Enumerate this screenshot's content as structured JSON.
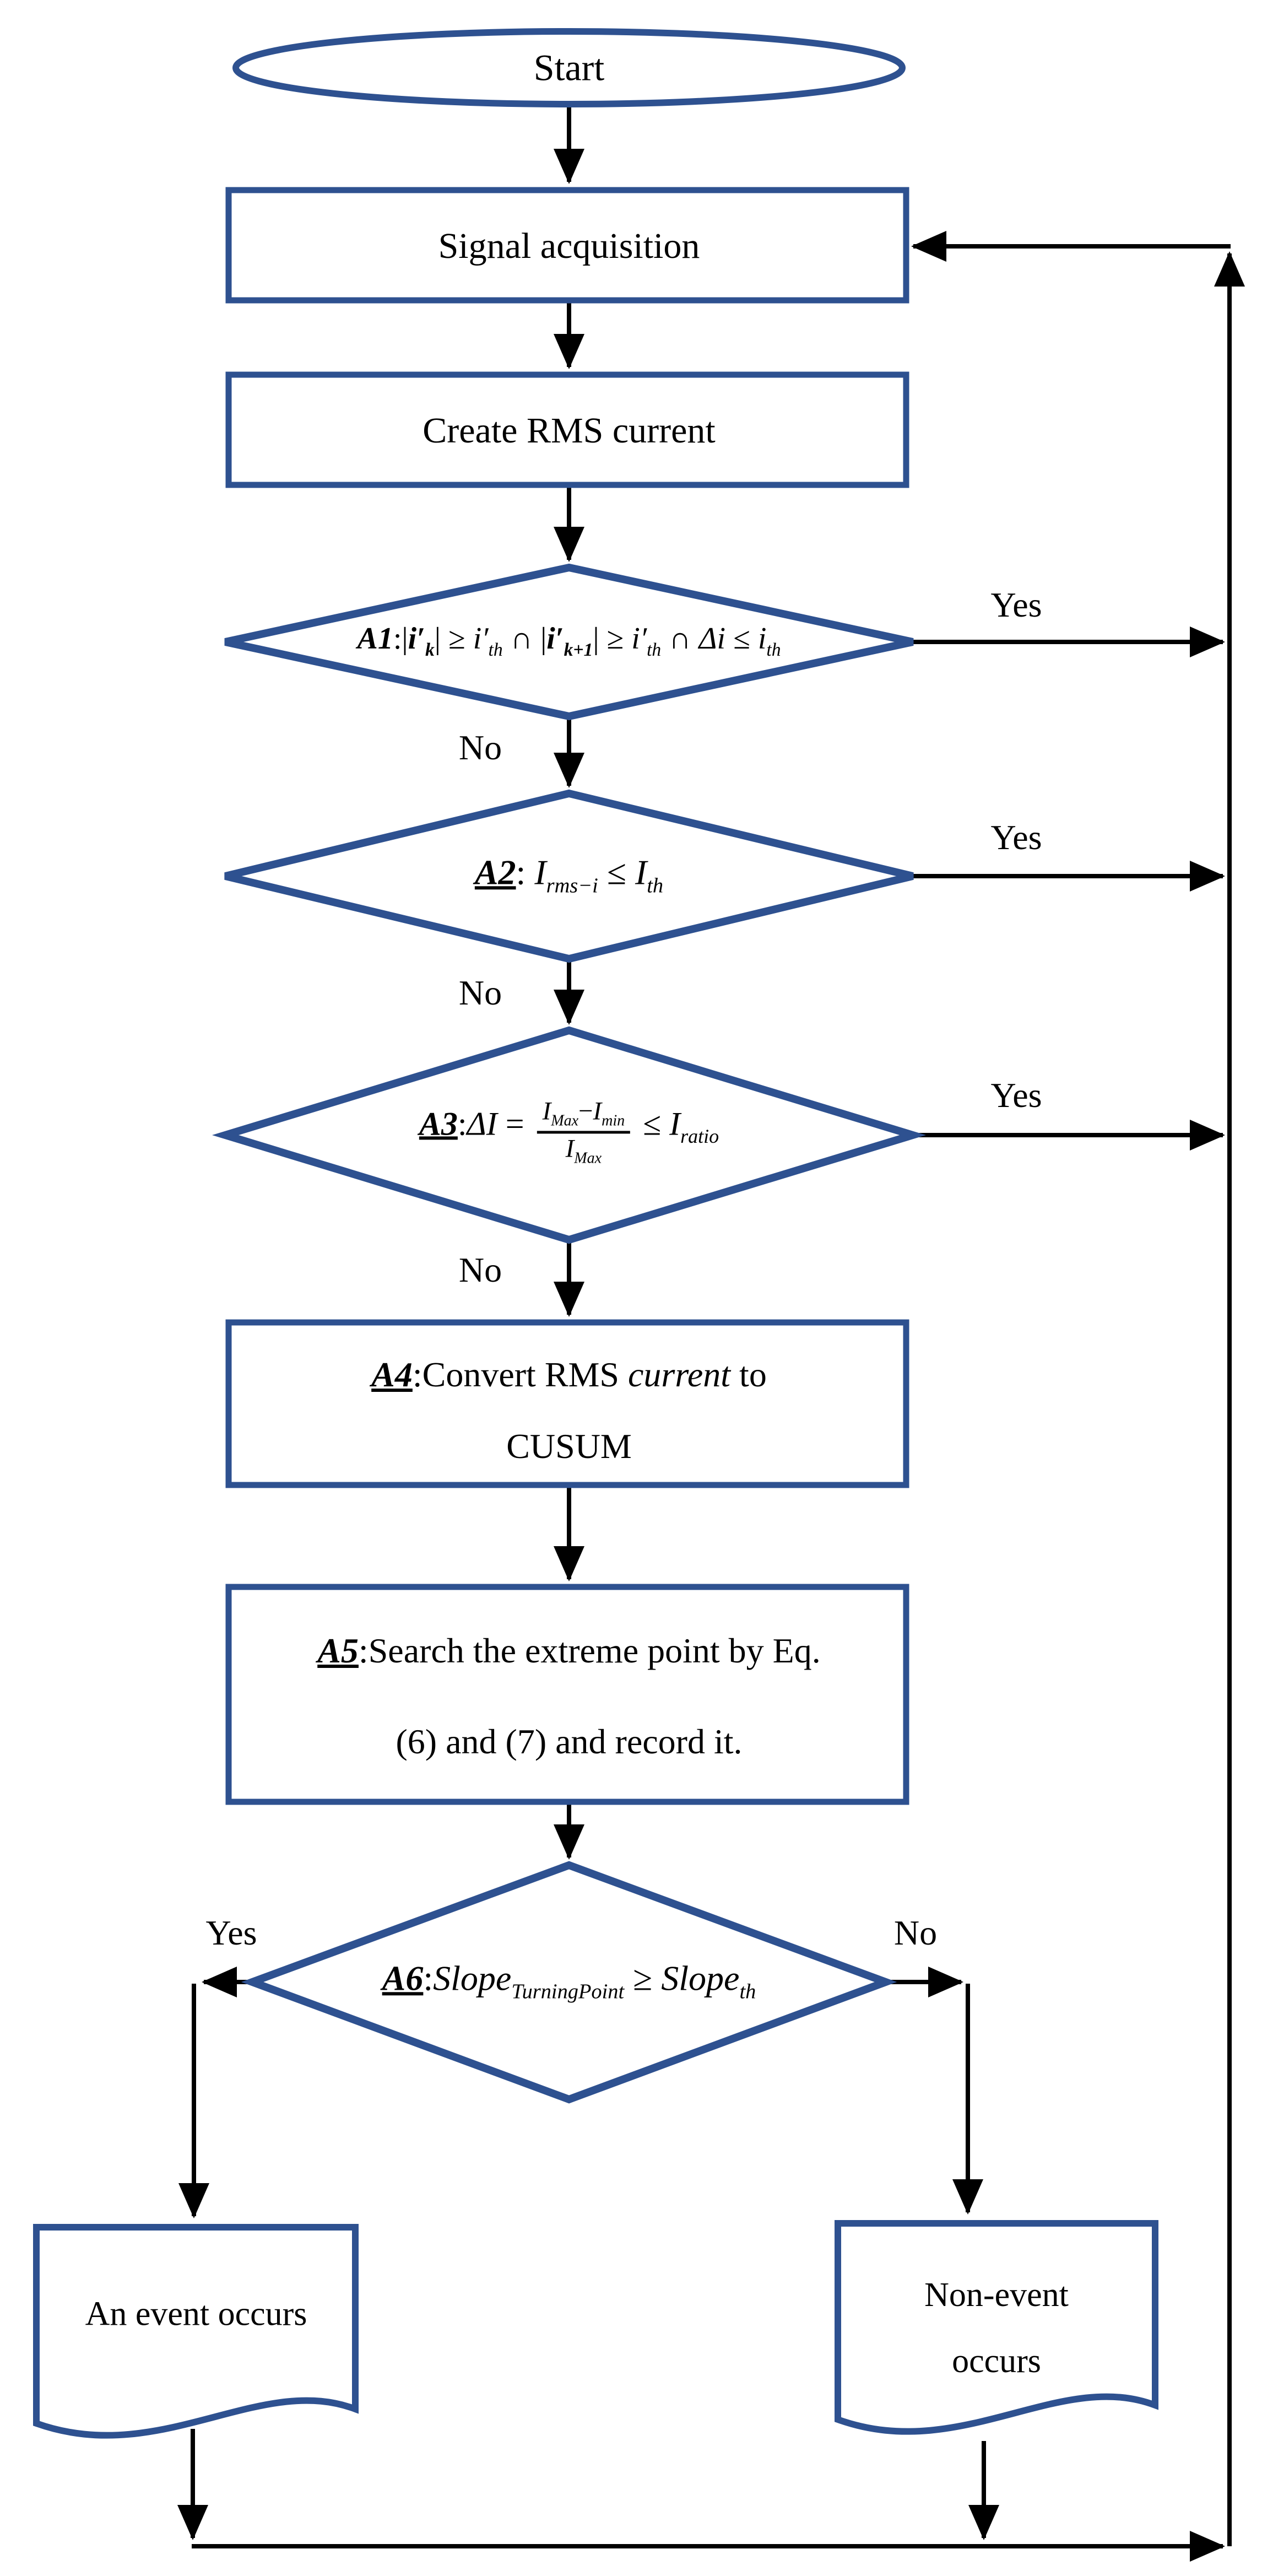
{
  "colors": {
    "shape_stroke": "#2e5190",
    "line": "#000000",
    "text": "#000000",
    "fill": "#ffffff"
  },
  "labels": {
    "yes": "Yes",
    "no": "No"
  },
  "nodes": {
    "start": {
      "label": "Start"
    },
    "signal": {
      "label": "Signal acquisition"
    },
    "rms": {
      "label": "Create RMS current"
    },
    "a1": {
      "formula": [
        {
          "t": "A1",
          "s": "lblb"
        },
        {
          "t": ":|",
          "s": "r"
        },
        {
          "t": "i′",
          "s": "bi"
        },
        {
          "t": "k",
          "s": "bsub"
        },
        {
          "t": "| ≥ ",
          "s": "r"
        },
        {
          "t": "i′",
          "s": "i"
        },
        {
          "t": "th",
          "s": "sub"
        },
        {
          "t": " ∩ |",
          "s": "r"
        },
        {
          "t": "i′",
          "s": "bi"
        },
        {
          "t": "k+1",
          "s": "bsub"
        },
        {
          "t": "| ≥ ",
          "s": "r"
        },
        {
          "t": "i′",
          "s": "i"
        },
        {
          "t": "th",
          "s": "sub"
        },
        {
          "t": " ∩ ",
          "s": "r"
        },
        {
          "t": "Δi",
          "s": "i"
        },
        {
          "t": " ≤ ",
          "s": "r"
        },
        {
          "t": "i",
          "s": "i"
        },
        {
          "t": "th",
          "s": "sub"
        }
      ]
    },
    "a2": {
      "formula": [
        {
          "t": "A2",
          "s": "lbl"
        },
        {
          "t": ": ",
          "s": "r"
        },
        {
          "t": "I",
          "s": "i"
        },
        {
          "t": "rms−i",
          "s": "sub"
        },
        {
          "t": " ≤ ",
          "s": "r"
        },
        {
          "t": "I",
          "s": "i"
        },
        {
          "t": "th",
          "s": "sub"
        }
      ]
    },
    "a3": {
      "formula": [
        {
          "t": "A3",
          "s": "lbl"
        },
        {
          "t": ":",
          "s": "r"
        },
        {
          "t": "ΔI",
          "s": "i"
        },
        {
          "t": " = ",
          "s": "r"
        },
        {
          "s": "frac",
          "num": [
            {
              "t": "I",
              "s": "i"
            },
            {
              "t": "Max",
              "s": "sub"
            },
            {
              "t": "−",
              "s": "r"
            },
            {
              "t": "I",
              "s": "i"
            },
            {
              "t": "min",
              "s": "sub"
            }
          ],
          "den": [
            {
              "t": "I",
              "s": "i"
            },
            {
              "t": "Max",
              "s": "sub"
            }
          ]
        },
        {
          "t": " ≤ ",
          "s": "r"
        },
        {
          "t": "I",
          "s": "i"
        },
        {
          "t": "ratio",
          "s": "sub"
        }
      ]
    },
    "a4": {
      "line1": [
        {
          "t": "A4",
          "s": "lbl"
        },
        {
          "t": ":Convert RMS ",
          "s": "r"
        },
        {
          "t": "current",
          "s": "i"
        },
        {
          "t": " to",
          "s": "r"
        }
      ],
      "line2": "CUSUM"
    },
    "a5": {
      "line1": [
        {
          "t": "A5",
          "s": "lbl"
        },
        {
          "t": ":Search the extreme point by Eq.",
          "s": "r"
        }
      ],
      "line2": "(6) and (7) and record it."
    },
    "a6": {
      "formula": [
        {
          "t": "A6",
          "s": "lbl"
        },
        {
          "t": ":",
          "s": "r"
        },
        {
          "t": "Slope",
          "s": "i"
        },
        {
          "t": "TurningPoint",
          "s": "sub"
        },
        {
          "t": " ≥ ",
          "s": "r"
        },
        {
          "t": "Slope",
          "s": "i"
        },
        {
          "t": "th",
          "s": "sub"
        }
      ]
    },
    "event": {
      "label": "An event occurs"
    },
    "nonevent": {
      "line1": "Non-event",
      "line2": "occurs"
    }
  }
}
